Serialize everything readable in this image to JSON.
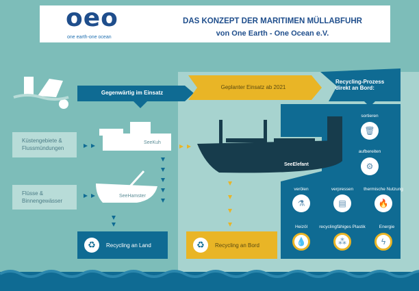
{
  "header": {
    "logo": "oeo",
    "logo_tagline": "one earth-one ocean",
    "title": "DAS KONZEPT DER MARITIMEN MÜLLABFUHR",
    "subtitle": "von One Earth - One Ocean e.V."
  },
  "arrows": {
    "current": "Gegenwärtig im Einsatz",
    "planned": "Geplanter Einsatz ab 2021",
    "process": "Recycling-Prozess direkt an Bord:"
  },
  "areas": {
    "coast": "Küstengebiete & Flussmündungen",
    "rivers": "Flüsse & Binnengewässer"
  },
  "ships": {
    "seekuh": "SeeKuh",
    "seehamster": "SeeHamster",
    "seeelefant": "SeeElefant"
  },
  "recycling": {
    "land": "Recycling an Land",
    "board": "Recycling an Bord"
  },
  "process": {
    "sort": "sortieren",
    "prepare": "aufbereiten",
    "oil": "verölen",
    "press": "verpressen",
    "thermal": "thermische Nutzung",
    "heating_oil": "Heizöl",
    "plastic": "recyclingfähiges Plastik",
    "energy": "Energie"
  },
  "colors": {
    "teal": "#7dbdb9",
    "light": "#a7d3cf",
    "blue": "#0f6b93",
    "yellow": "#e9b526",
    "ship": "#173c4c"
  }
}
